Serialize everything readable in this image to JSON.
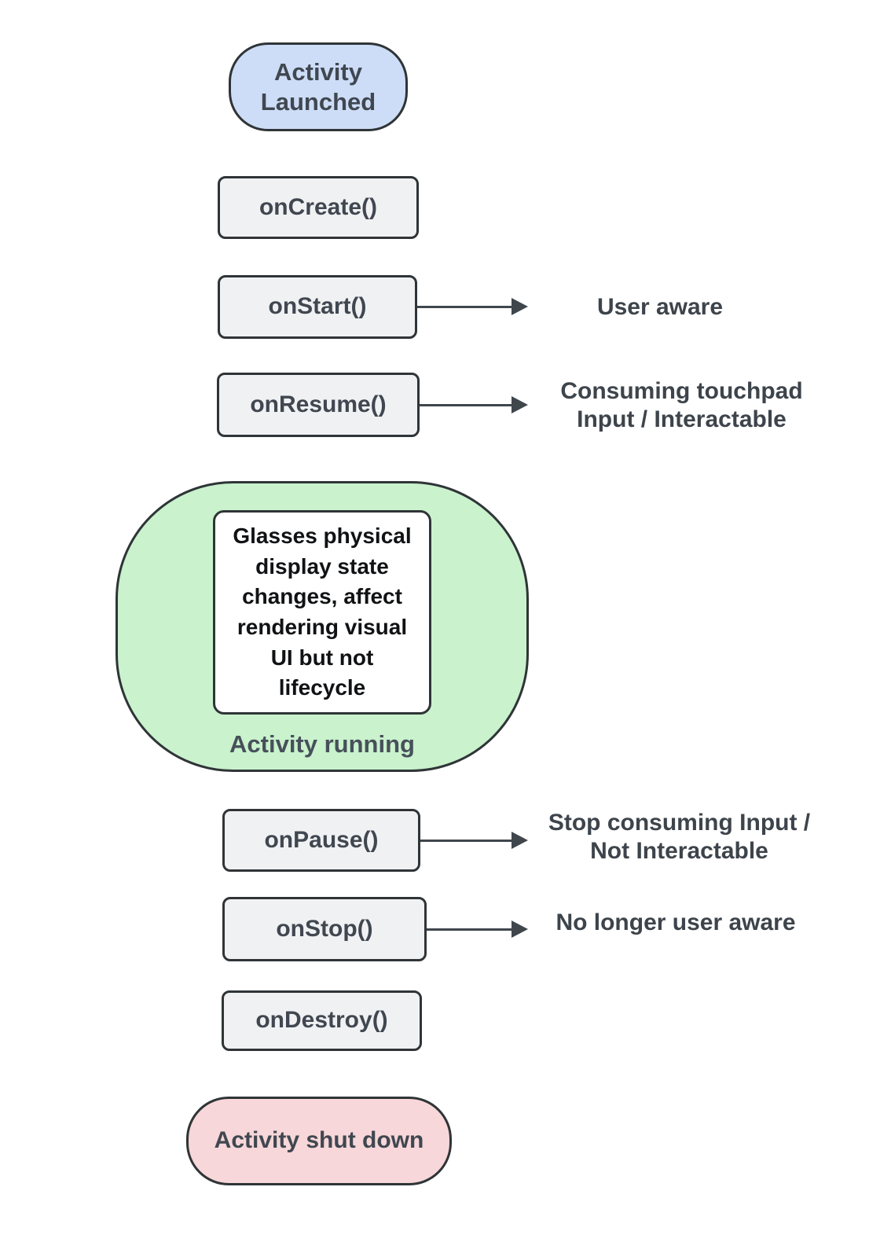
{
  "diagram": {
    "type": "flowchart",
    "subject": "Activity lifecycle",
    "nodes": {
      "launched": {
        "label": "Activity Launched",
        "shape": "terminator",
        "fill": "#cdddf7"
      },
      "on_create": {
        "label": "onCreate()",
        "shape": "process",
        "fill": "#f0f1f3"
      },
      "on_start": {
        "label": "onStart()",
        "shape": "process",
        "fill": "#f0f1f3",
        "annotation": "User aware"
      },
      "on_resume": {
        "label": "onResume()",
        "shape": "process",
        "fill": "#f0f1f3",
        "annotation": "Consuming touchpad Input / Interactable"
      },
      "running": {
        "label": "Activity running",
        "shape": "ellipse",
        "fill": "#c9f2cd",
        "note": "Glasses physical display state changes, affect rendering visual UI but not lifecycle"
      },
      "on_pause": {
        "label": "onPause()",
        "shape": "process",
        "fill": "#f0f1f3",
        "annotation": "Stop consuming Input / Not Interactable"
      },
      "on_stop": {
        "label": "onStop()",
        "shape": "process",
        "fill": "#f0f1f3",
        "annotation": "No longer user aware"
      },
      "on_destroy": {
        "label": "onDestroy()",
        "shape": "process",
        "fill": "#f0f1f3"
      },
      "shutdown": {
        "label": "Activity shut down",
        "shape": "terminator",
        "fill": "#f7d7d9"
      }
    },
    "colors": {
      "background": "#ffffff",
      "outline": "#2f3437",
      "label_text": "#404750",
      "note_text": "#101214",
      "arrow": "#3f464c",
      "start_fill": "#cdddf7",
      "end_fill": "#f7d7d9",
      "state_fill": "#c9f2cd",
      "process_fill": "#f0f1f3"
    }
  }
}
